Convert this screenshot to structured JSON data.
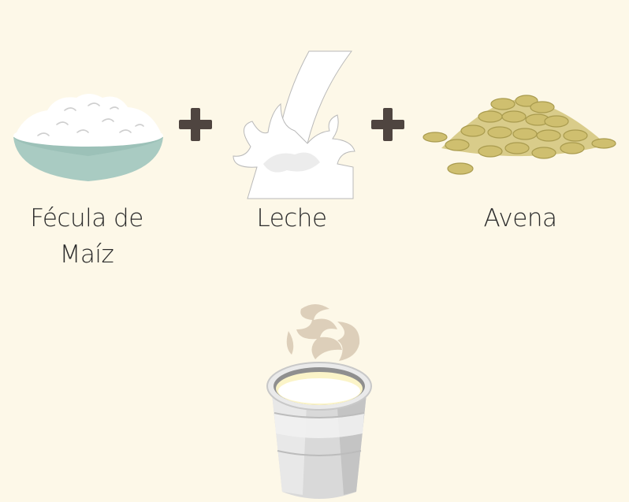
{
  "ingredients": [
    {
      "label_line1": "Fécula de",
      "label_line2": "Maíz",
      "icon": "cornstarch-bowl-icon"
    },
    {
      "label": "Leche",
      "icon": "milk-splash-icon"
    },
    {
      "label": "Avena",
      "icon": "oats-pile-icon"
    }
  ],
  "operator_icon": "plus-icon",
  "result_icon": "hot-drink-cup-icon",
  "colors": {
    "background": "#fdf8e8",
    "operator": "#4f4540",
    "bowl": "#a9cbc2",
    "oat": "#cfbf6f",
    "cup": "#d9d9d9",
    "drink": "#fbf4c8"
  }
}
